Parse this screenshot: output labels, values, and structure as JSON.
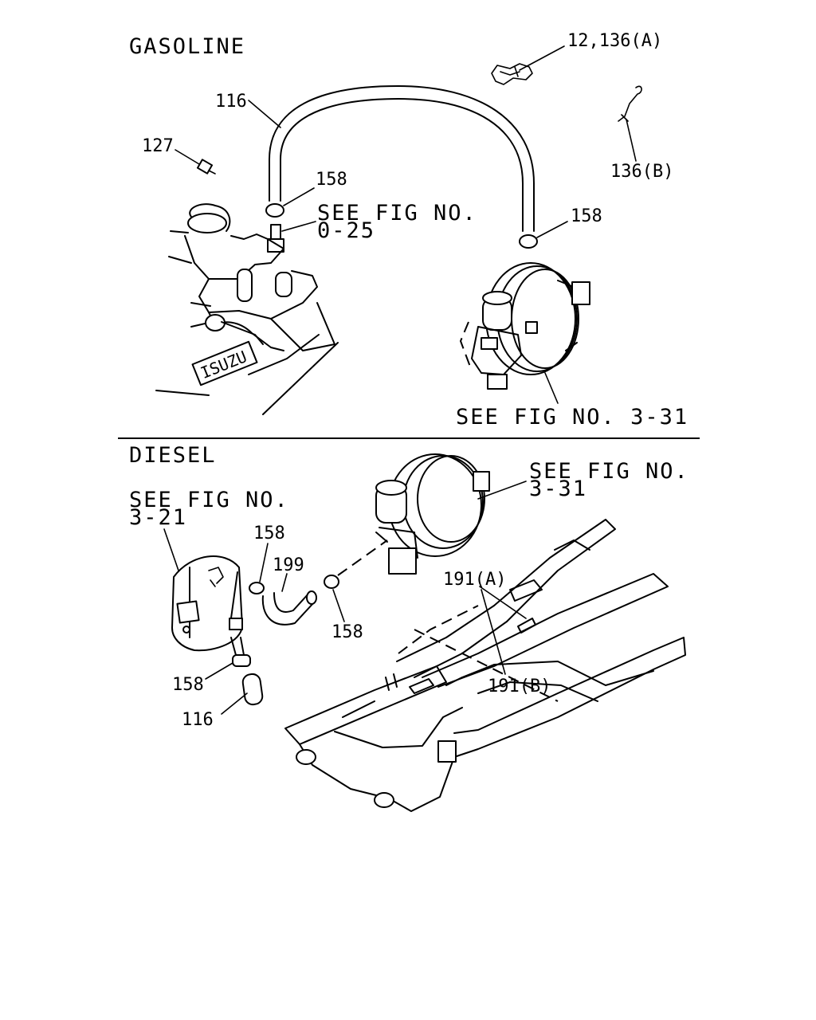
{
  "sections": {
    "gasoline": "GASOLINE",
    "diesel": "DIESEL"
  },
  "gasoline_labels": {
    "p12_136a": "12,136(A)",
    "p116": "116",
    "p127": "127",
    "p136b": "136(B)",
    "p158_left": "158",
    "p158_right": "158",
    "see_fig_0_25_line1": "SEE FIG NO.",
    "see_fig_0_25_line2": "0-25",
    "see_fig_3_31": "SEE FIG NO. 3-31"
  },
  "diesel_labels": {
    "see_fig_3_21_line1": "SEE FIG NO.",
    "see_fig_3_21_line2": "3-21",
    "see_fig_3_31_line1": "SEE FIG NO.",
    "see_fig_3_31_line2": "3-31",
    "p158_top": "158",
    "p199": "199",
    "p158_mid": "158",
    "p158_bottom": "158",
    "p116": "116",
    "p191a": "191(A)",
    "p191b": "191(B)"
  }
}
